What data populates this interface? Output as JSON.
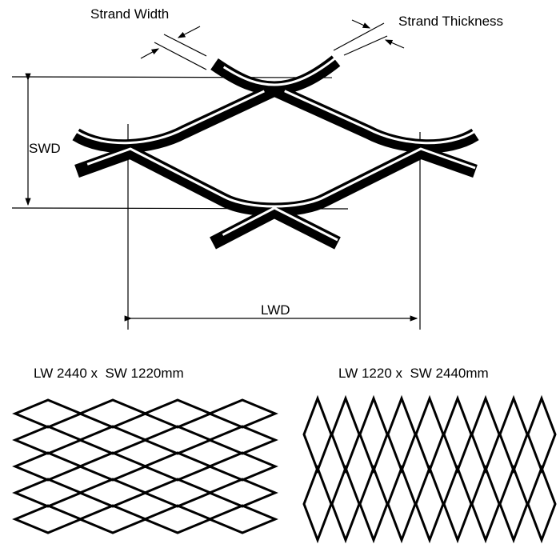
{
  "labels": {
    "strand_width": "Strand Width",
    "strand_thickness": "Strand Thickness",
    "swd": "SWD",
    "lwd": "LWD"
  },
  "patterns": [
    {
      "caption": "LW 2440 x  SW 1220mm",
      "orientation": "horizontal",
      "columns": 4,
      "rows": 5
    },
    {
      "caption": "LW 1220 x  SW 2440mm",
      "orientation": "vertical",
      "columns": 9,
      "rows": 2
    }
  ],
  "colors": {
    "ink": "#000000",
    "background": "#ffffff"
  }
}
